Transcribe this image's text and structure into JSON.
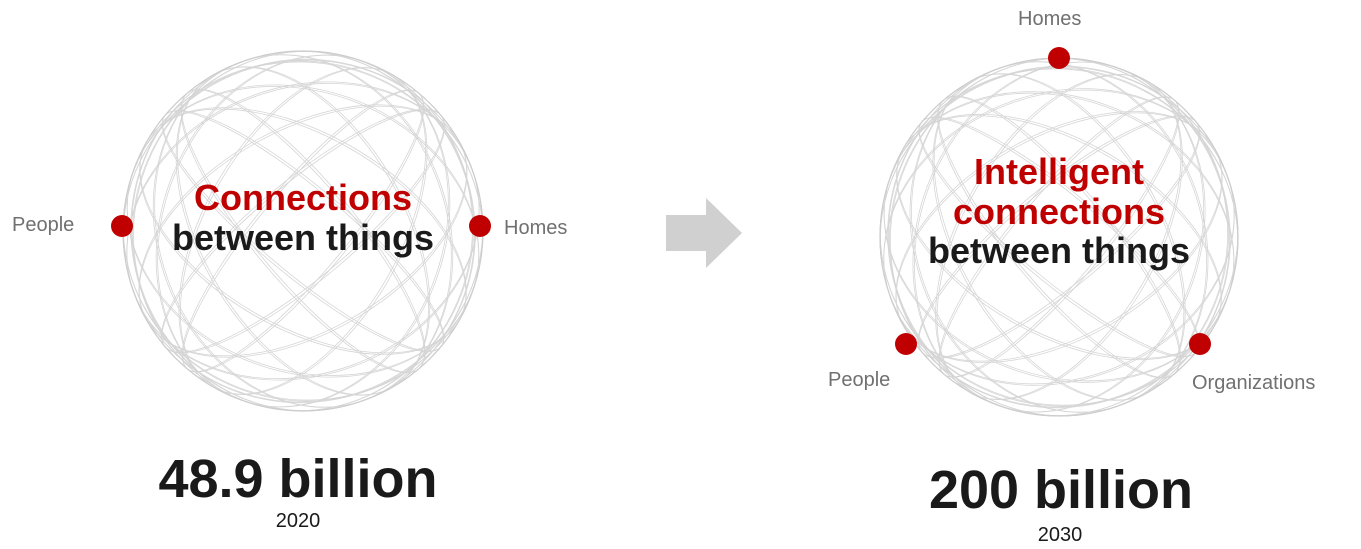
{
  "left": {
    "title_red": "Connections",
    "title_dark": "between things",
    "nodes": {
      "left": "People",
      "right": "Homes"
    },
    "value": "48.9 billion",
    "year": "2020"
  },
  "right": {
    "title_red_line1": "Intelligent",
    "title_red_line2": "connections",
    "title_dark": "between things",
    "nodes": {
      "top": "Homes",
      "bottom_left": "People",
      "bottom_right": "Organizations"
    },
    "value": "200 billion",
    "year": "2030"
  },
  "colors": {
    "accent": "#c00000",
    "label_gray": "#707070",
    "arrow_gray": "#d0d0d0",
    "text_dark": "#1a1a1a"
  },
  "icons": [
    "wireframe-sphere-icon",
    "right-arrow-icon"
  ]
}
